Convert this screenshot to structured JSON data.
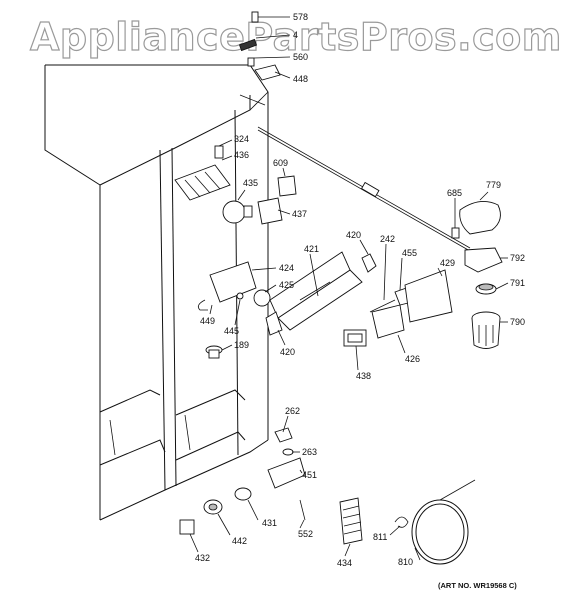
{
  "watermark": "AppliancePartsPros.com",
  "art_number": "(ART NO. WR19568 C)",
  "callouts": [
    "578",
    "4",
    "560",
    "448",
    "324",
    "436",
    "609",
    "435",
    "437",
    "685",
    "779",
    "420",
    "242",
    "421",
    "455",
    "429",
    "792",
    "424",
    "425",
    "791",
    "449",
    "445",
    "790",
    "420",
    "189",
    "426",
    "438",
    "262",
    "263",
    "451",
    "431",
    "442",
    "552",
    "811",
    "434",
    "432",
    "810"
  ]
}
